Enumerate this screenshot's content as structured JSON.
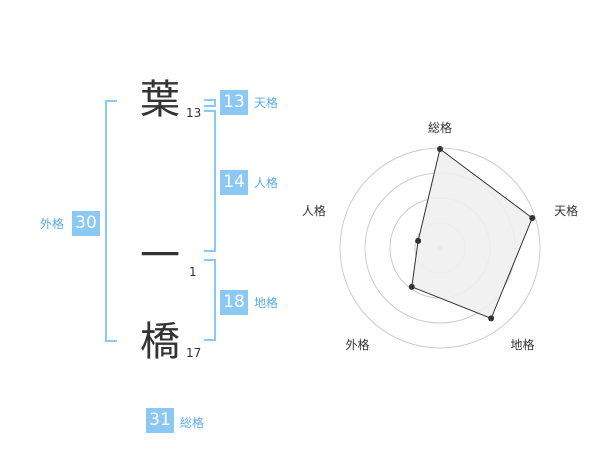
{
  "name": {
    "chars": [
      {
        "char": "葉",
        "strokes": "13"
      },
      {
        "char": "一",
        "strokes": "1"
      },
      {
        "char": "橋",
        "strokes": "17"
      }
    ]
  },
  "kakusu": {
    "tenkaku": {
      "value": "13",
      "label": "天格"
    },
    "jinkaku": {
      "value": "14",
      "label": "人格"
    },
    "chikaku": {
      "value": "18",
      "label": "地格"
    },
    "gaikaku": {
      "value": "30",
      "label": "外格"
    },
    "soukaku": {
      "value": "31",
      "label": "総格"
    }
  },
  "chart_data": {
    "type": "radar",
    "axes": [
      "総格",
      "天格",
      "地格",
      "外格",
      "人格"
    ],
    "values": [
      0.99,
      0.97,
      0.87,
      0.48,
      0.23
    ],
    "rings": 4,
    "colors": {
      "fill": "#f0f0f0",
      "line": "#333333",
      "grid": "#cccccc",
      "accent": "#8cc8f4"
    }
  }
}
